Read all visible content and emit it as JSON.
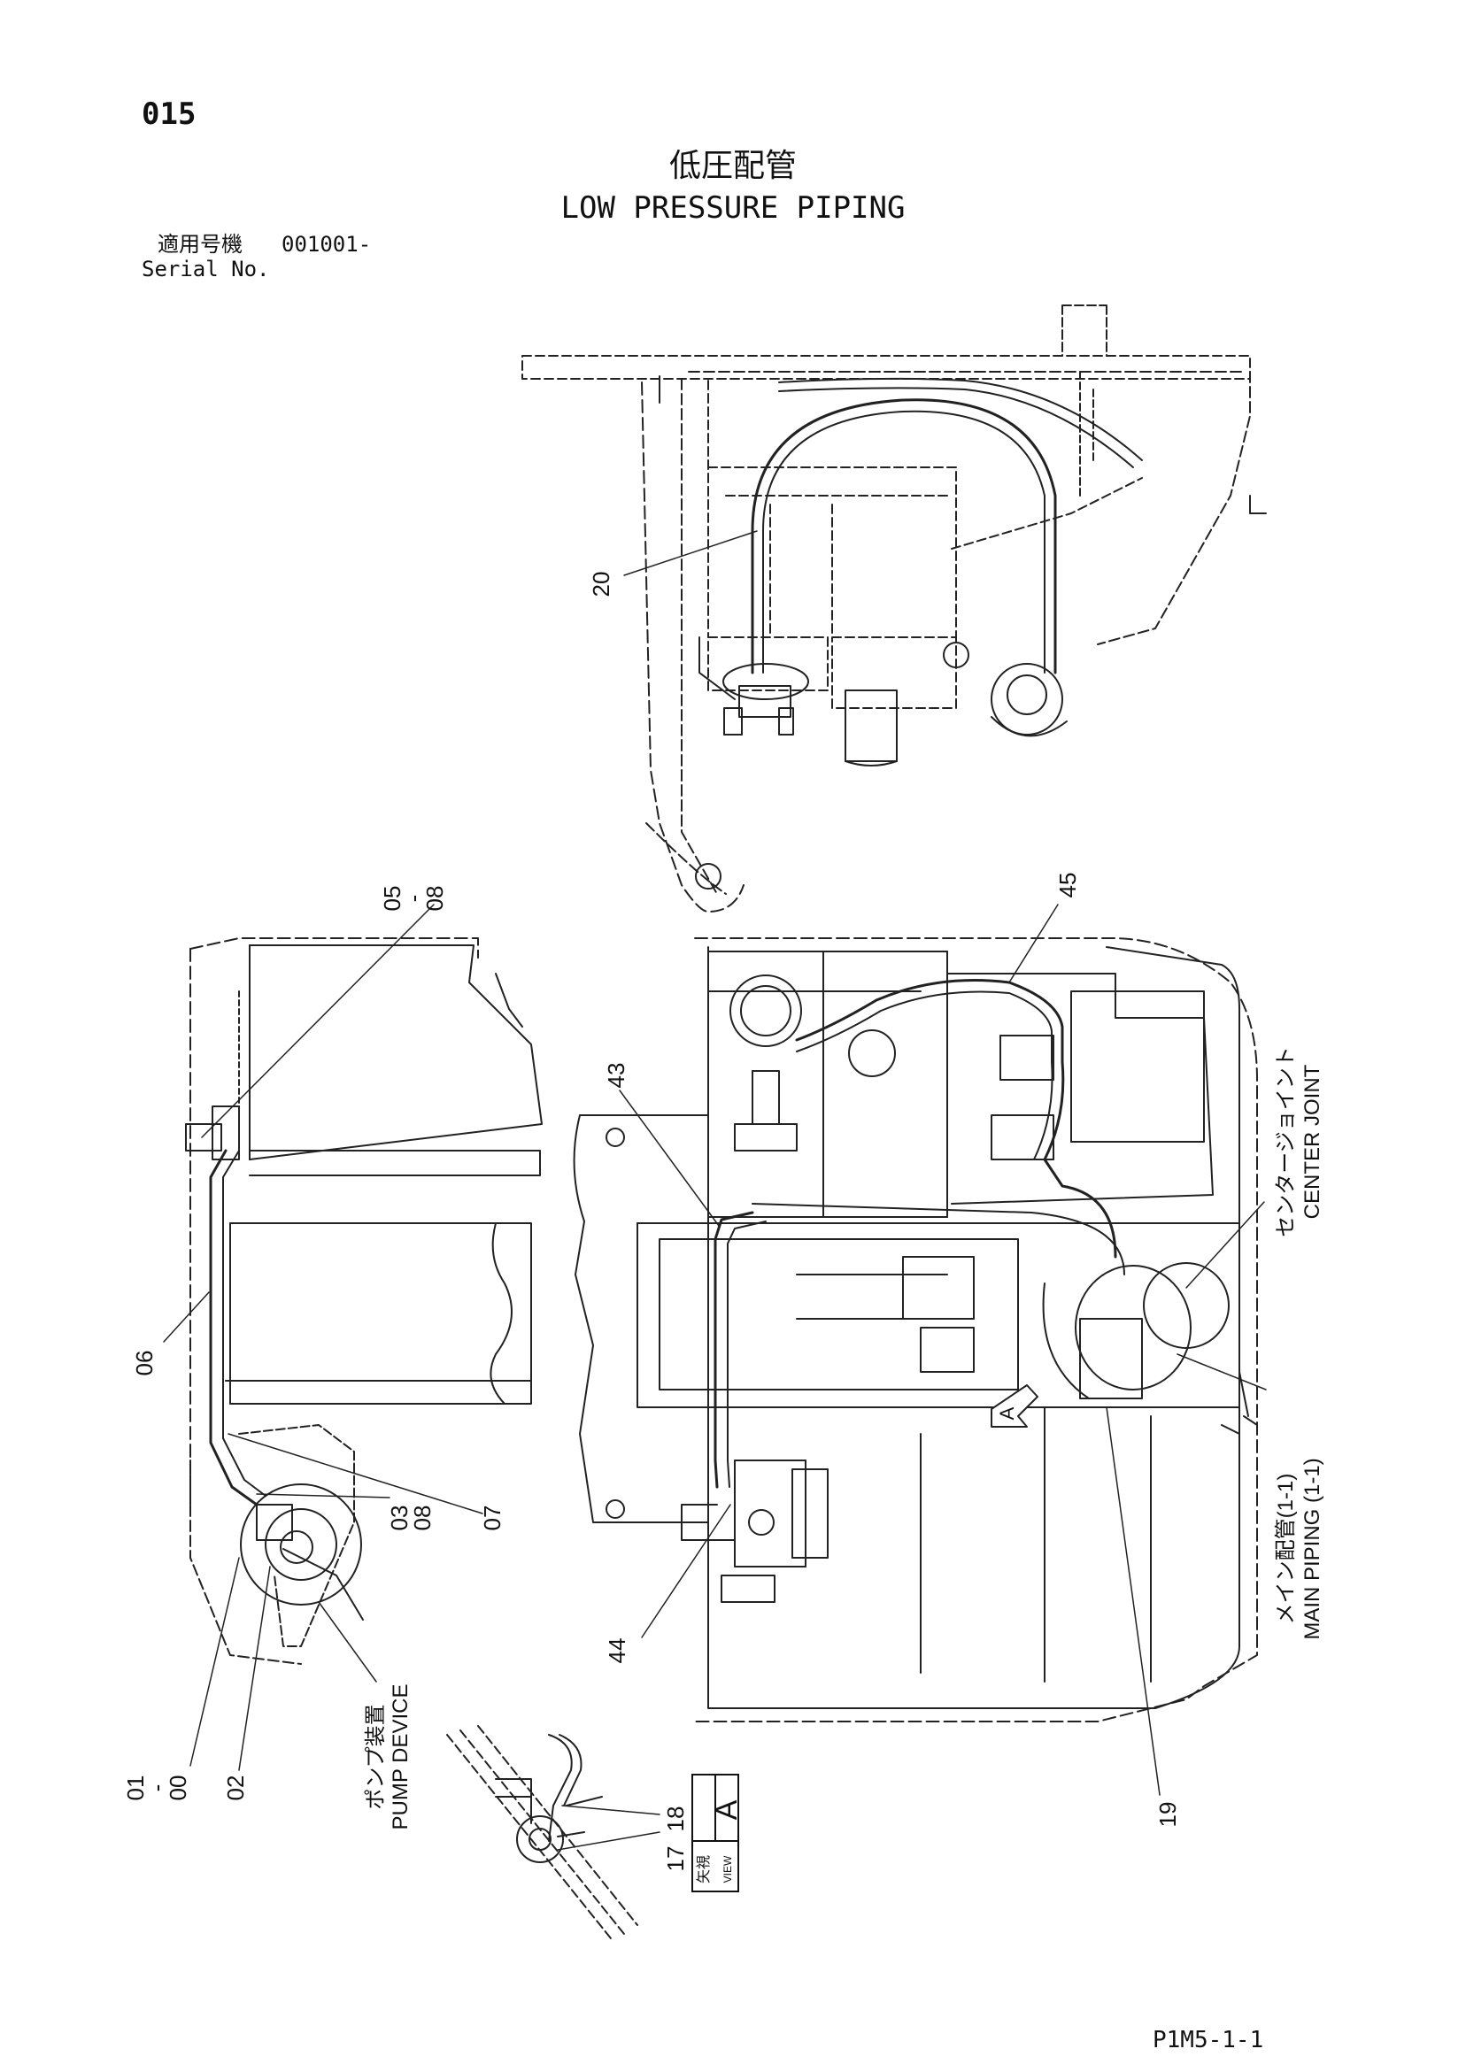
{
  "page_number": "015",
  "title_jp": "低圧配管",
  "title_en": "LOW PRESSURE PIPING",
  "serial_label_jp": "適用号機",
  "serial_value": "001001-",
  "serial_label_en": "Serial No.",
  "footer_code": "P1M5-1-1",
  "part_callouts": [
    "20",
    "05",
    "08",
    "45",
    "43",
    "06",
    "07",
    "03",
    "08",
    "44",
    "19",
    "01",
    "00",
    "02",
    "17",
    "18"
  ],
  "callouts": {
    "c20": "20",
    "c05": "05",
    "c05_dash": "-",
    "c08a": "08",
    "c45": "45",
    "c43": "43",
    "c06": "06",
    "c07": "07",
    "c03": "03",
    "c08b": "08",
    "c44": "44",
    "c19": "19",
    "c01": "01",
    "c01_dash": "-",
    "c00": "00",
    "c02": "02",
    "c17": "17",
    "c18": "18"
  },
  "labels": {
    "center_joint_jp": "センタージョイント",
    "center_joint_en": "CENTER JOINT",
    "main_piping_jp": "メイン配管(1-1)",
    "main_piping_en": "MAIN PIPING (1-1)",
    "pump_device_jp": "ポンプ装置",
    "pump_device_en": "PUMP DEVICE",
    "view_arrow_letter": "A",
    "view_box_jp": "矢視",
    "view_box_en": "VIEW",
    "view_box_letter": "A"
  }
}
